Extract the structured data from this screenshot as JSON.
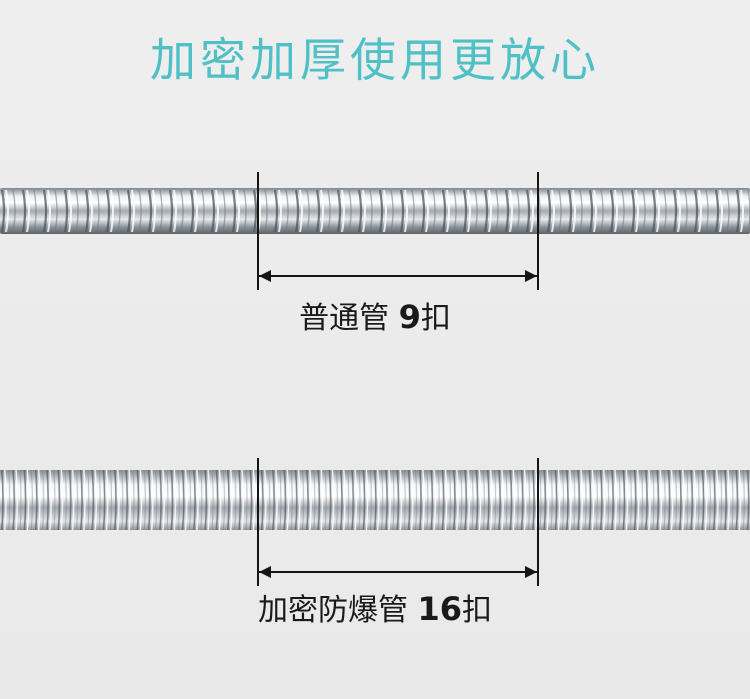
{
  "headline": "加密加厚使用更放心",
  "comparisons": [
    {
      "name_label": "普通管",
      "count": "9",
      "unit": "扣"
    },
    {
      "name_label": "加密防爆管",
      "count": "16",
      "unit": "扣"
    }
  ],
  "colors": {
    "headline": "#4fc1c6",
    "marker": "#151515",
    "caption": "#1a1a1a",
    "steel_dark": "#5b6269",
    "steel_light": "#fbfcfd"
  }
}
